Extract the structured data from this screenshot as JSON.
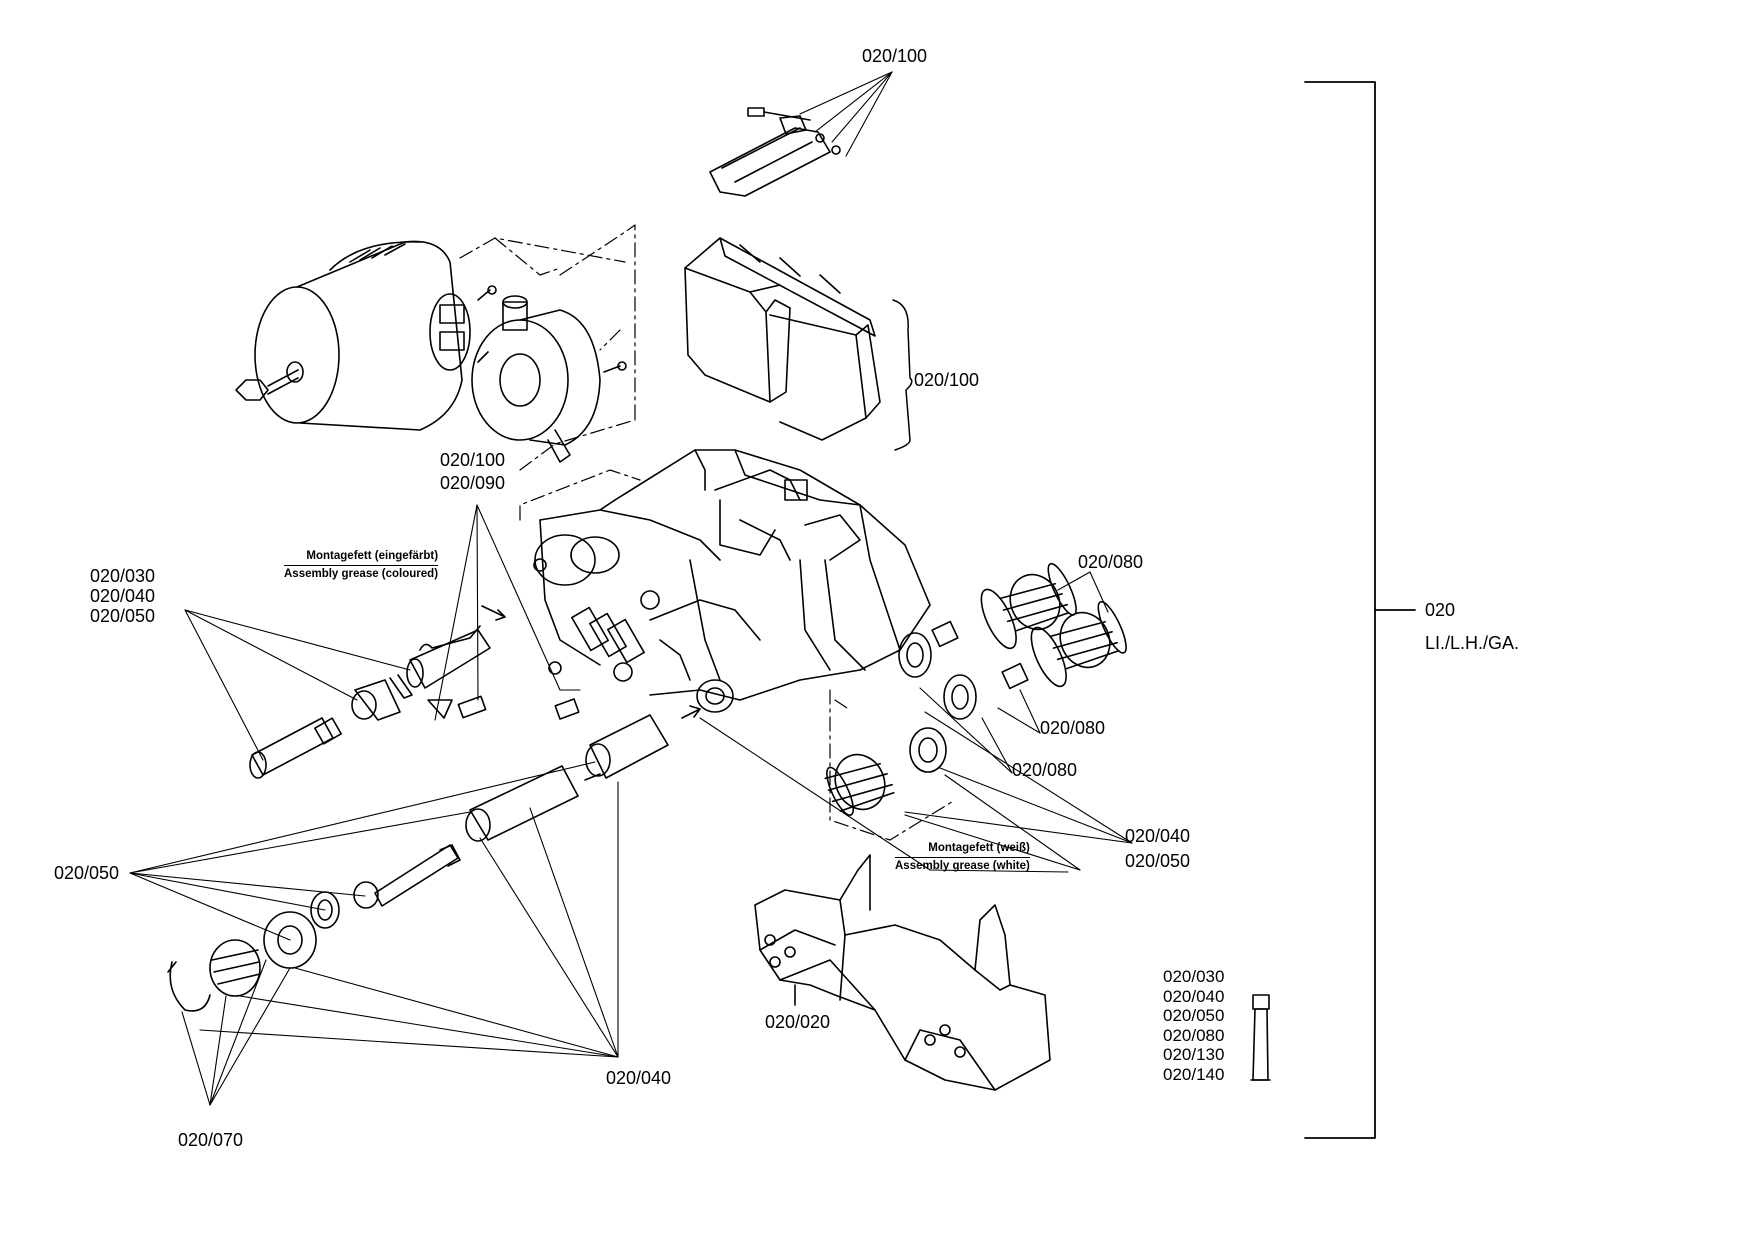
{
  "callouts": {
    "top_fixing_kit": "020/100",
    "brake_pads": "020/100",
    "seal_kit_100": "020/100",
    "seal_kit_090": "020/090",
    "bolt_030": "020/030",
    "bolt_040": "020/040",
    "bolt_050": "020/050",
    "boots_right_1": "020/080",
    "boots_right_2": "020/080",
    "boots_right_3": "020/080",
    "guide_040": "020/040",
    "guide_050": "020/050",
    "left_050": "020/050",
    "bottom_040": "020/040",
    "circlip_070": "020/070",
    "carrier_020": "020/020",
    "assembly_number": "020",
    "assembly_variant": "LI./L.H./GA."
  },
  "notes": {
    "grease_coloured_de": "Montagefett (eingefärbt)",
    "grease_coloured_en": "Assembly grease (coloured)",
    "grease_white_de": "Montagefett (weiß)",
    "grease_white_en": "Assembly grease (white)"
  },
  "grease_tube_items": [
    "020/030",
    "020/040",
    "020/050",
    "020/080",
    "020/130",
    "020/140"
  ]
}
